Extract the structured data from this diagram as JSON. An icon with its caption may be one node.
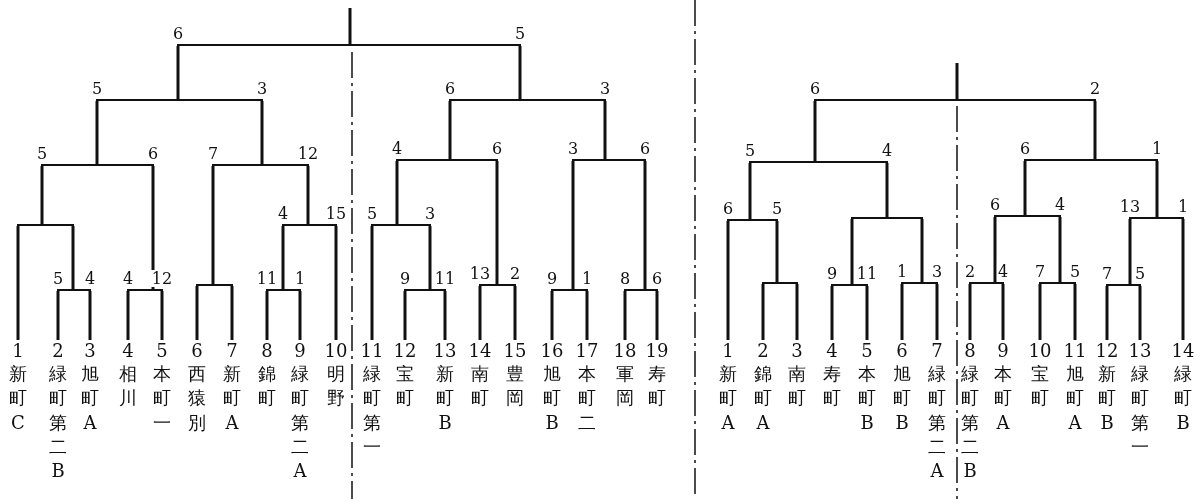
{
  "diagram": {
    "nodes": [
      {
        "text": [
          "1",
          "新町C"
        ]
      },
      {
        "text": [
          "2",
          "緑町第二B"
        ]
      },
      {
        "text": [
          "3",
          "旭町A"
        ]
      },
      {
        "text": [
          "4",
          "相川"
        ]
      },
      {
        "text": [
          "5",
          "本町一"
        ]
      },
      {
        "text": [
          "6",
          "西猿別"
        ]
      },
      {
        "text": [
          "7",
          "新町A"
        ]
      },
      {
        "text": [
          "8",
          "錦町"
        ]
      },
      {
        "text": [
          "9",
          "緑町第二A"
        ]
      },
      {
        "text": [
          "10",
          "明野"
        ]
      },
      {
        "text": [
          "11",
          "緑町第一"
        ]
      },
      {
        "text": [
          "12",
          "宝町"
        ]
      },
      {
        "text": [
          "13",
          "新町B"
        ]
      },
      {
        "text": [
          "14",
          "南町"
        ]
      },
      {
        "text": [
          "15",
          "豊岡"
        ]
      },
      {
        "text": [
          "16",
          "旭町B"
        ]
      },
      {
        "text": [
          "17",
          "本町二"
        ]
      },
      {
        "text": [
          "18",
          "軍岡"
        ]
      },
      {
        "text": [
          "19",
          "寿町"
        ]
      },
      {
        "text": [],
        "shape": "bar"
      },
      {
        "text": [],
        "shape": "bar"
      },
      {
        "text": [],
        "shape": "bar"
      },
      {
        "text": [],
        "shape": "bar"
      },
      {
        "text": [],
        "shape": "bar"
      },
      {
        "text": [],
        "shape": "bar"
      },
      {
        "text": [],
        "shape": "bar"
      },
      {
        "text": [],
        "shape": "bar"
      },
      {
        "text": [],
        "shape": "bar"
      },
      {
        "text": [],
        "shape": "bar"
      },
      {
        "text": [],
        "shape": "bar"
      },
      {
        "text": [],
        "shape": "bar"
      },
      {
        "text": [],
        "shape": "bar"
      },
      {
        "text": [],
        "shape": "bar"
      },
      {
        "text": [],
        "shape": "bar"
      },
      {
        "text": [],
        "shape": "bar"
      },
      {
        "text": [],
        "shape": "bar"
      },
      {
        "text": [],
        "shape": "bar"
      },
      {
        "text": [
          "1",
          "新町A"
        ]
      },
      {
        "text": [
          "2",
          "錦町A"
        ]
      },
      {
        "text": [
          "3",
          "南町"
        ]
      },
      {
        "text": [
          "4",
          "寿町"
        ]
      },
      {
        "text": [
          "5",
          "本町B"
        ]
      },
      {
        "text": [
          "6",
          "旭町B"
        ]
      },
      {
        "text": [
          "7",
          "緑町第二A"
        ]
      },
      {
        "text": [
          "8",
          "緑町第二B"
        ]
      },
      {
        "text": [
          "9",
          "本町A"
        ]
      },
      {
        "text": [
          "10",
          "宝町"
        ]
      },
      {
        "text": [
          "11",
          "旭町A"
        ]
      },
      {
        "text": [
          "12",
          "新町B"
        ]
      },
      {
        "text": [
          "13",
          "緑町第一"
        ]
      },
      {
        "text": [
          "14",
          "緑町B"
        ]
      },
      {
        "text": [],
        "shape": "bar"
      },
      {
        "text": [],
        "shape": "bar"
      },
      {
        "text": [],
        "shape": "bar"
      },
      {
        "text": [],
        "shape": "bar"
      },
      {
        "text": [],
        "shape": "bar"
      },
      {
        "text": [],
        "shape": "bar"
      },
      {
        "text": [],
        "shape": "bar"
      },
      {
        "text": [],
        "shape": "bar"
      },
      {
        "text": [],
        "shape": "bar"
      },
      {
        "text": [],
        "shape": "bar"
      },
      {
        "text": [],
        "shape": "bar"
      },
      {
        "text": [],
        "shape": "bar"
      },
      {
        "text": [],
        "shape": "bar"
      }
    ],
    "edges": [
      {
        "from": null,
        "to": 19,
        "arrow": "none"
      },
      {
        "from": 19,
        "to": 20,
        "arrow": "none",
        "label": "6"
      },
      {
        "from": 19,
        "to": 21,
        "arrow": "none",
        "label": "5"
      },
      {
        "from": 20,
        "to": 22,
        "arrow": "none",
        "label": "5"
      },
      {
        "from": 20,
        "to": 23,
        "arrow": "none",
        "label": "3"
      },
      {
        "from": 22,
        "to": 26,
        "arrow": "none",
        "label": "5"
      },
      {
        "from": 22,
        "to": 27,
        "arrow": "none",
        "label": "6"
      },
      {
        "from": 26,
        "to": 0,
        "arrow": "none"
      },
      {
        "from": 26,
        "to": 34,
        "arrow": "none"
      },
      {
        "from": 34,
        "to": 1,
        "arrow": "none",
        "label": "5"
      },
      {
        "from": 34,
        "to": 2,
        "arrow": "none",
        "label": "4"
      },
      {
        "from": 27,
        "to": 3,
        "arrow": "none",
        "label": "4"
      },
      {
        "from": 27,
        "to": 4,
        "arrow": "none",
        "label": "12"
      },
      {
        "from": 23,
        "to": 28,
        "arrow": "none",
        "label": "7"
      },
      {
        "from": 23,
        "to": 29,
        "arrow": "none",
        "label": "12"
      },
      {
        "from": 28,
        "to": 5,
        "arrow": "none"
      },
      {
        "from": 28,
        "to": 6,
        "arrow": "none"
      },
      {
        "from": 29,
        "to": 35,
        "arrow": "none",
        "label": "4"
      },
      {
        "from": 29,
        "to": 9,
        "arrow": "none",
        "label": "15"
      },
      {
        "from": 35,
        "to": 7,
        "arrow": "none",
        "label": "11"
      },
      {
        "from": 35,
        "to": 8,
        "arrow": "none",
        "label": "1"
      },
      {
        "from": 21,
        "to": 24,
        "arrow": "none",
        "label": "6"
      },
      {
        "from": 21,
        "to": 25,
        "arrow": "none",
        "label": "3"
      },
      {
        "from": 24,
        "to": 30,
        "arrow": "none",
        "label": "4"
      },
      {
        "from": 24,
        "to": 31,
        "arrow": "none",
        "label": "6"
      },
      {
        "from": 30,
        "to": 10,
        "arrow": "none",
        "label": "5"
      },
      {
        "from": 30,
        "to": 36,
        "arrow": "none",
        "label": "3"
      },
      {
        "from": 36,
        "to": 11,
        "arrow": "none",
        "label": "9"
      },
      {
        "from": 36,
        "to": 12,
        "arrow": "none",
        "label": "11"
      },
      {
        "from": 31,
        "to": 13,
        "arrow": "none",
        "label": "13"
      },
      {
        "from": 31,
        "to": 14,
        "arrow": "none",
        "label": "2"
      },
      {
        "from": 25,
        "to": 32,
        "arrow": "none",
        "label": "3"
      },
      {
        "from": 25,
        "to": 33,
        "arrow": "none",
        "label": "6"
      },
      {
        "from": 32,
        "to": 15,
        "arrow": "none",
        "label": "9"
      },
      {
        "from": 32,
        "to": 16,
        "arrow": "none",
        "label": "1"
      },
      {
        "from": 33,
        "to": 17,
        "arrow": "none",
        "label": "8"
      },
      {
        "from": 33,
        "to": 18,
        "arrow": "none",
        "label": "6"
      },
      {
        "from": null,
        "to": 51,
        "arrow": "none"
      },
      {
        "from": 51,
        "to": 52,
        "arrow": "none",
        "label": "6"
      },
      {
        "from": 51,
        "to": 53,
        "arrow": "none",
        "label": "2"
      },
      {
        "from": 52,
        "to": 54,
        "arrow": "none",
        "label": "5"
      },
      {
        "from": 52,
        "to": 55,
        "arrow": "none",
        "label": "4"
      },
      {
        "from": 54,
        "to": 37,
        "arrow": "none",
        "label": "6"
      },
      {
        "from": 54,
        "to": 58,
        "arrow": "none",
        "label": "5"
      },
      {
        "from": 58,
        "to": 38,
        "arrow": "none"
      },
      {
        "from": 58,
        "to": 39,
        "arrow": "none"
      },
      {
        "from": 55,
        "to": 59,
        "arrow": "none"
      },
      {
        "from": 55,
        "to": 60,
        "arrow": "none"
      },
      {
        "from": 59,
        "to": 40,
        "arrow": "none",
        "label": "9"
      },
      {
        "from": 59,
        "to": 41,
        "arrow": "none",
        "label": "11"
      },
      {
        "from": 60,
        "to": 42,
        "arrow": "none",
        "label": "1"
      },
      {
        "from": 60,
        "to": 43,
        "arrow": "none",
        "label": "3"
      },
      {
        "from": 53,
        "to": 56,
        "arrow": "none",
        "label": "6"
      },
      {
        "from": 53,
        "to": 57,
        "arrow": "none",
        "label": "1"
      },
      {
        "from": 56,
        "to": 61,
        "arrow": "none",
        "label": "6"
      },
      {
        "from": 56,
        "to": 62,
        "arrow": "none",
        "label": "4"
      },
      {
        "from": 61,
        "to": 44,
        "arrow": "none",
        "label": "2"
      },
      {
        "from": 61,
        "to": 45,
        "arrow": "none",
        "label": "4"
      },
      {
        "from": 62,
        "to": 46,
        "arrow": "none",
        "label": "7"
      },
      {
        "from": 62,
        "to": 47,
        "arrow": "none",
        "label": "5"
      },
      {
        "from": 57,
        "to": 63,
        "arrow": "none",
        "label": "13"
      },
      {
        "from": 57,
        "to": 50,
        "arrow": "none",
        "label": "1"
      },
      {
        "from": 63,
        "to": 48,
        "arrow": "none",
        "label": "7"
      },
      {
        "from": 63,
        "to": 49,
        "arrow": "none",
        "label": "5"
      }
    ]
  }
}
